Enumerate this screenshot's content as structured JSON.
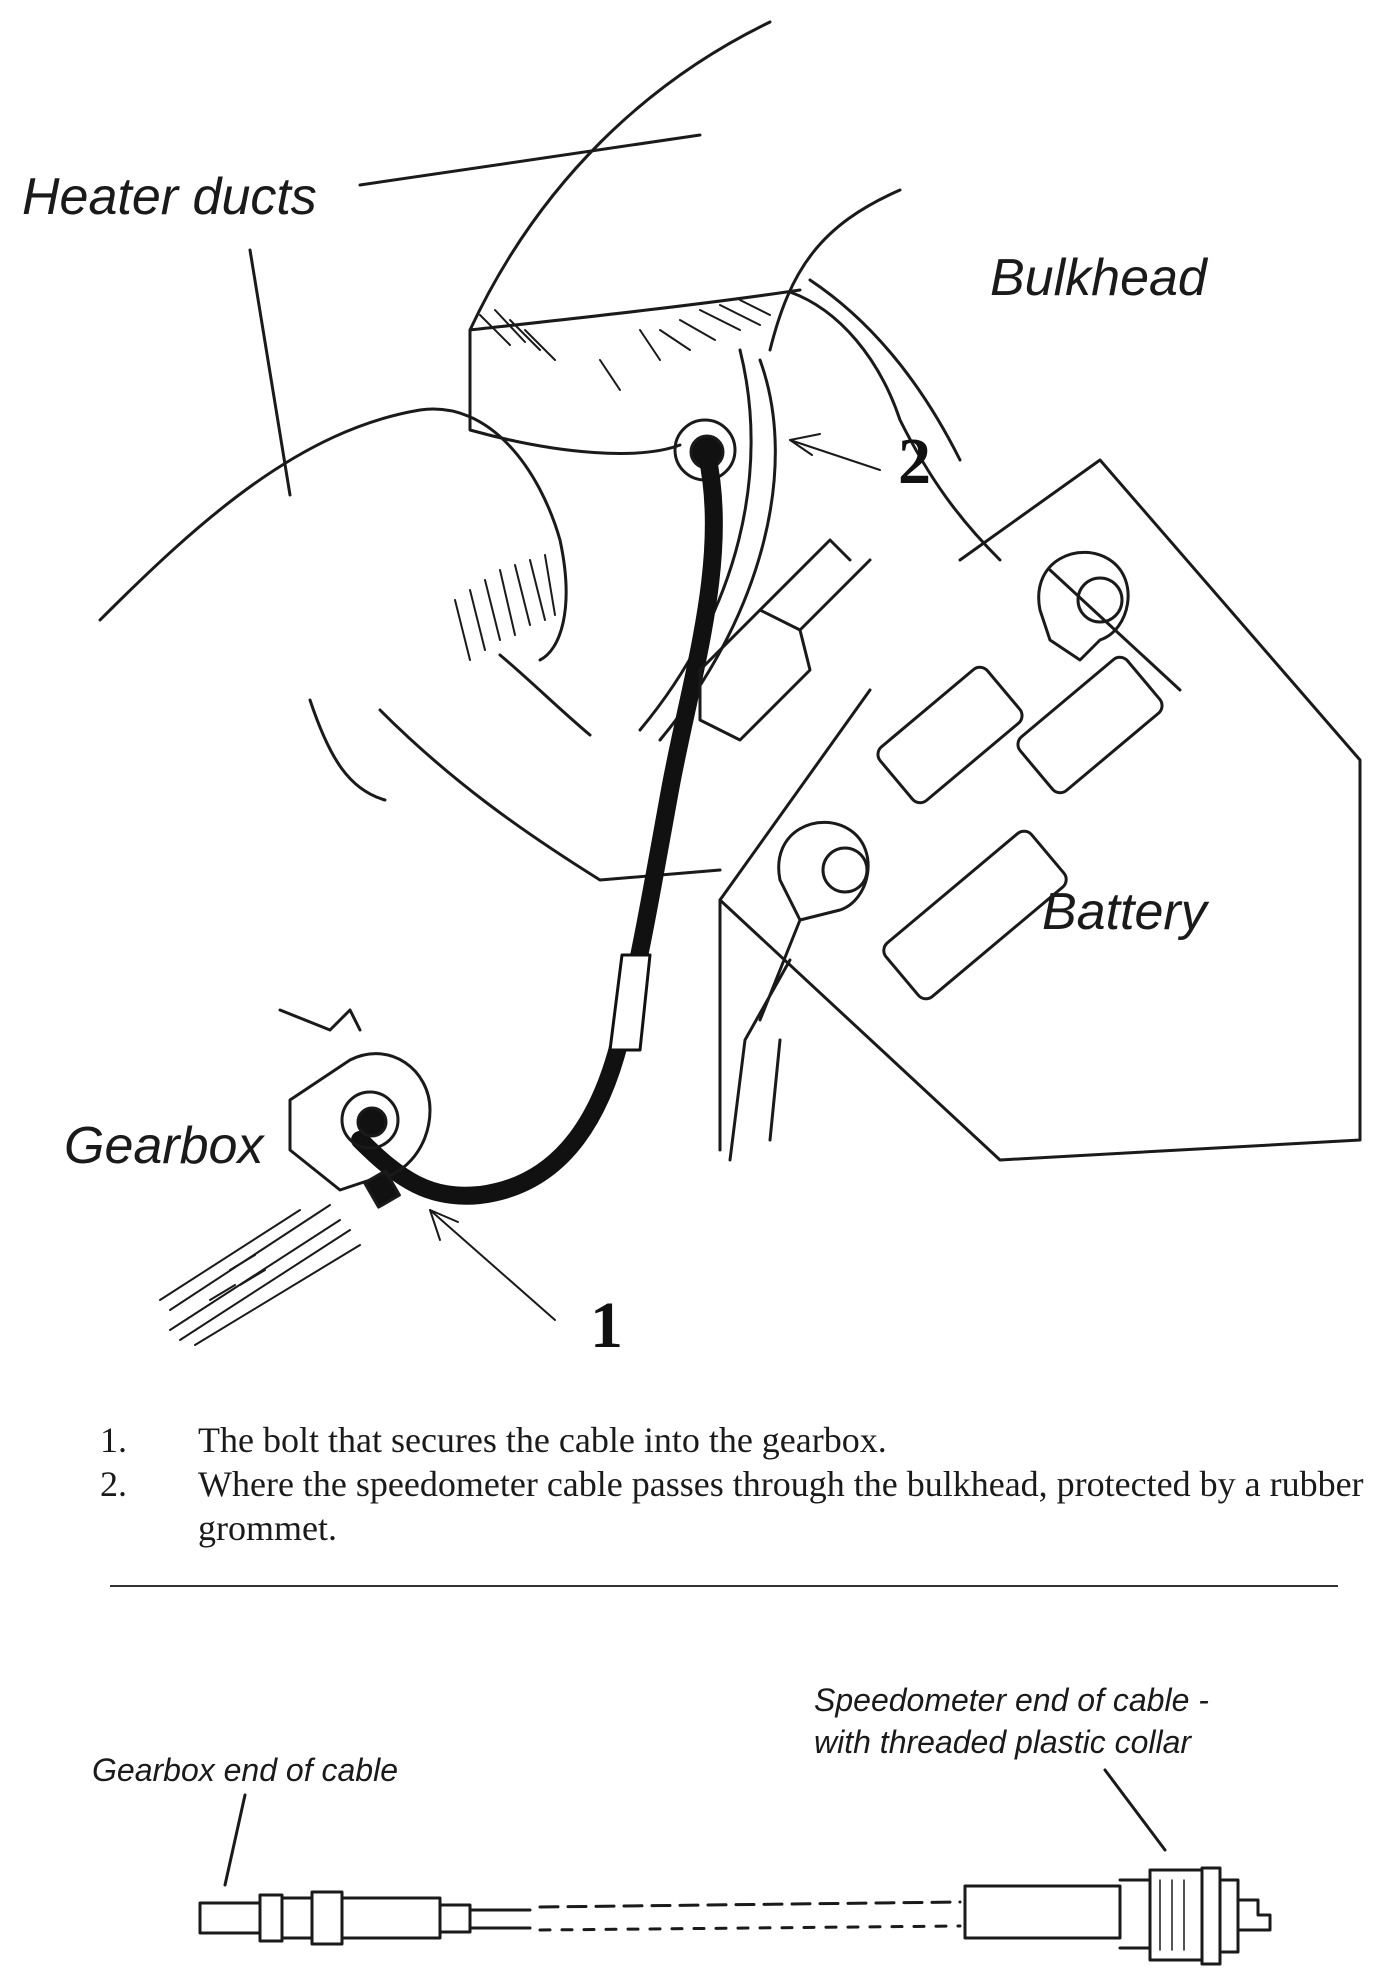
{
  "diagram": {
    "labels": {
      "heater_ducts": "Heater ducts",
      "bulkhead": "Bulkhead",
      "battery": "Battery",
      "gearbox": "Gearbox"
    },
    "callouts": {
      "one": "1",
      "two": "2"
    }
  },
  "notes": [
    {
      "number": "1.",
      "text": "The bolt that secures the cable into the gearbox."
    },
    {
      "number": "2.",
      "text": "Where the speedometer cable passes through the bulkhead, protected by a rubber grommet."
    }
  ],
  "cable_diagram": {
    "gearbox_end_label": "Gearbox end of cable",
    "speedometer_end_label_line1": "Speedometer end of cable -",
    "speedometer_end_label_line2": "with threaded plastic collar"
  }
}
